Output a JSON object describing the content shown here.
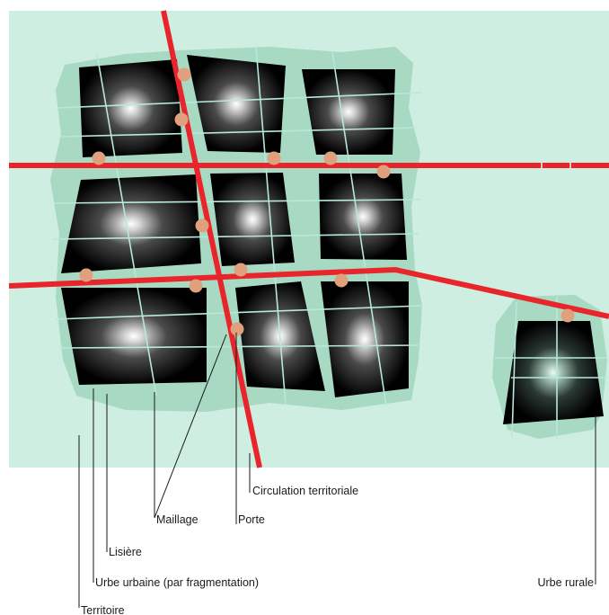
{
  "labels": {
    "territoire": "Territoire",
    "urbe_urbaine": "Urbe urbaine (par fragmentation)",
    "lisiere": "Lisière",
    "maillage": "Maillage",
    "porte": "Porte",
    "circulation": "Circulation territoriale",
    "urbe_rurale": "Urbe rurale"
  },
  "colors": {
    "territory": "#cdeee0",
    "edge": "#a8d9c2",
    "road": "#e8252b",
    "gate": "#e0a07e",
    "grid": "#b8e8dc",
    "block": "#000000"
  }
}
